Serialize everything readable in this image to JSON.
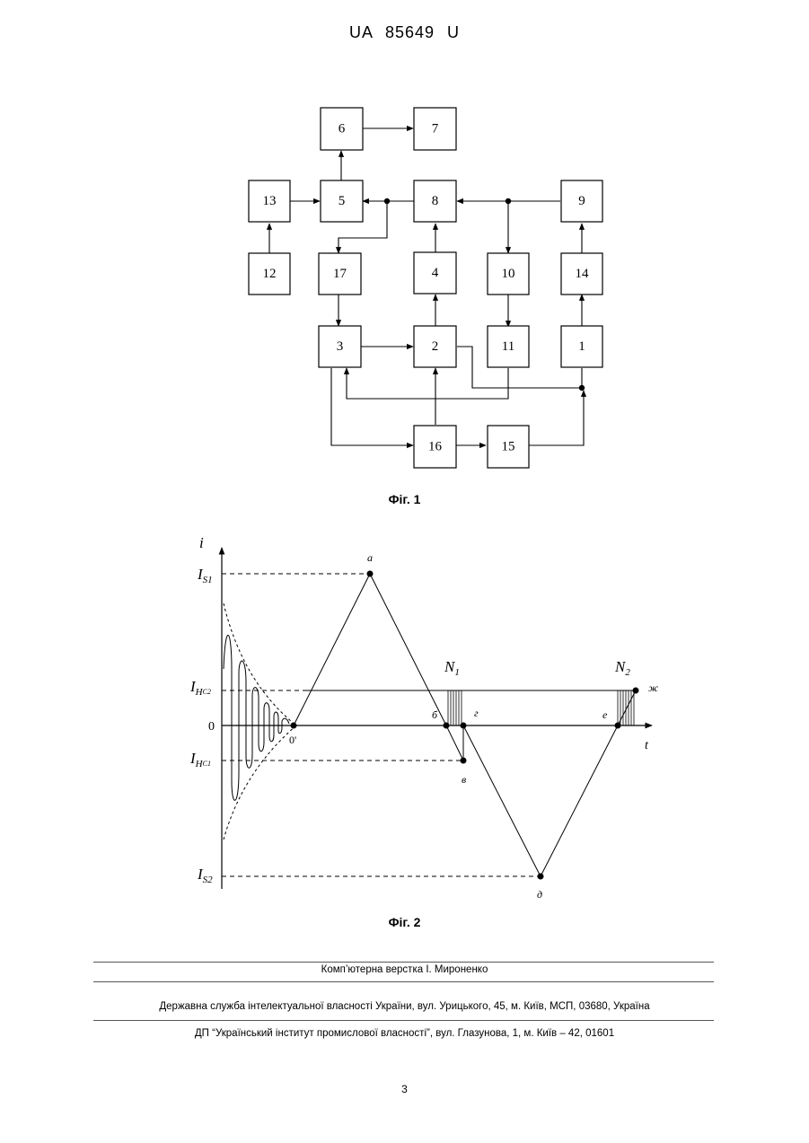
{
  "header": {
    "patent_number": "UA   85649   U"
  },
  "fig1": {
    "caption": "Фіг. 1",
    "blocks": {
      "b1": "1",
      "b2": "2",
      "b3": "3",
      "b4": "4",
      "b5": "5",
      "b6": "6",
      "b7": "7",
      "b8": "8",
      "b9": "9",
      "b10": "10",
      "b11": "11",
      "b12": "12",
      "b13": "13",
      "b14": "14",
      "b15": "15",
      "b16": "16",
      "b17": "17"
    }
  },
  "fig2": {
    "caption": "Фіг. 2",
    "axis_y": "i",
    "axis_x": "t",
    "labels": {
      "is1": "I",
      "is1_sub": "S1",
      "ihc2": "I",
      "ihc2_sub": "H",
      "ihc2_sub2": "C2",
      "zero": "0",
      "ihc1": "I",
      "ihc1_sub": "H",
      "ihc1_sub2": "C1",
      "is2": "I",
      "is2_sub": "S2",
      "n1": "N",
      "n1_sub": "1",
      "n2": "N",
      "n2_sub": "2",
      "origin": "0'",
      "a": "а",
      "b": "б",
      "v": "в",
      "g": "г",
      "d": "д",
      "e": "е",
      "zh": "ж"
    }
  },
  "footer": {
    "line1": "Комп’ютерна верстка І. Мироненко",
    "line2": "Державна служба інтелектуальної власності України, вул. Урицького, 45, м. Київ, МСП, 03680, Україна",
    "line3": "ДП “Український інститут промислової власності”, вул. Глазунова, 1, м. Київ – 42, 01601"
  },
  "page_number": "3"
}
